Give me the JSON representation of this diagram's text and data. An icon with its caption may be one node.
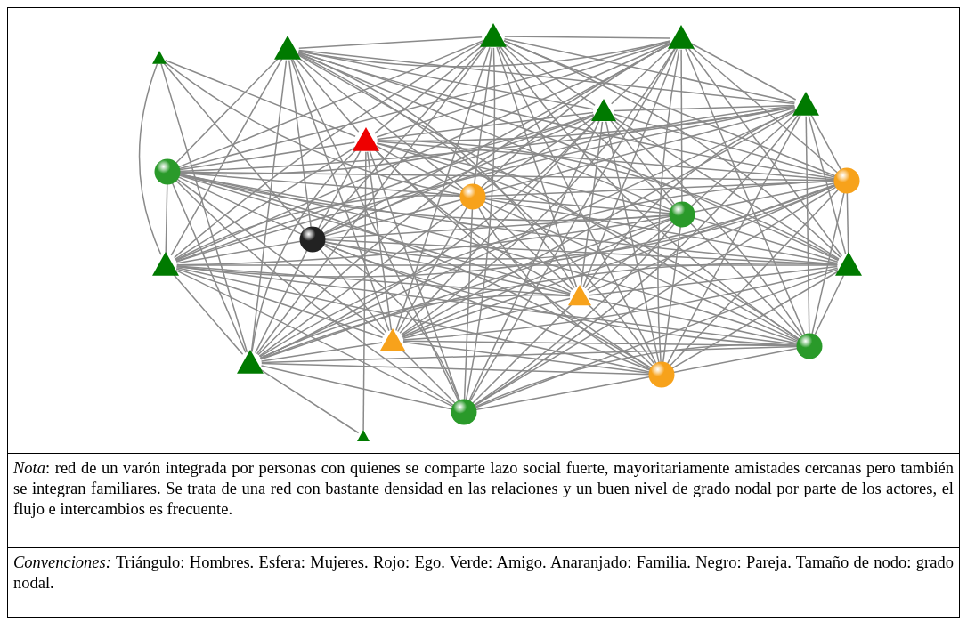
{
  "diagram": {
    "nodes": [
      {
        "text": [],
        "shape": "triangle"
      },
      {
        "text": [],
        "shape": "triangle"
      },
      {
        "text": [],
        "shape": "triangle"
      },
      {
        "text": [],
        "shape": "triangle"
      },
      {
        "text": [],
        "shape": "triangle"
      },
      {
        "text": [],
        "shape": "triangle"
      },
      {
        "text": [],
        "shape": "triangle"
      },
      {
        "text": [],
        "shape": "circle"
      },
      {
        "text": [],
        "shape": "circle"
      },
      {
        "text": [],
        "shape": "circle"
      },
      {
        "text": [],
        "shape": "circle"
      },
      {
        "text": [],
        "shape": "circle"
      },
      {
        "text": [],
        "shape": "triangle"
      },
      {
        "text": [],
        "shape": "triangle"
      },
      {
        "text": [],
        "shape": "triangle"
      },
      {
        "text": [],
        "shape": "triangle"
      },
      {
        "text": [],
        "shape": "triangle"
      },
      {
        "text": [],
        "shape": "circle"
      },
      {
        "text": [],
        "shape": "circle"
      },
      {
        "text": [],
        "shape": "circle"
      },
      {
        "text": [],
        "shape": "triangle"
      }
    ],
    "edges": [
      {
        "from": 0,
        "to": 6,
        "arrow": "none"
      },
      {
        "from": 0,
        "to": 8,
        "arrow": "none"
      },
      {
        "from": 0,
        "to": 11,
        "arrow": "none"
      },
      {
        "from": 0,
        "to": 12,
        "arrow": "none"
      },
      {
        "from": 0,
        "to": 16,
        "arrow": "none"
      },
      {
        "from": 20,
        "to": 16,
        "arrow": "none"
      },
      {
        "from": 20,
        "to": 6,
        "arrow": "none"
      },
      {
        "from": 1,
        "to": 2,
        "arrow": "none"
      },
      {
        "from": 1,
        "to": 3,
        "arrow": "none"
      },
      {
        "from": 1,
        "to": 4,
        "arrow": "none"
      },
      {
        "from": 1,
        "to": 5,
        "arrow": "none"
      },
      {
        "from": 1,
        "to": 6,
        "arrow": "none"
      },
      {
        "from": 1,
        "to": 7,
        "arrow": "none"
      },
      {
        "from": 1,
        "to": 8,
        "arrow": "none"
      },
      {
        "from": 1,
        "to": 9,
        "arrow": "none"
      },
      {
        "from": 1,
        "to": 10,
        "arrow": "none"
      },
      {
        "from": 1,
        "to": 11,
        "arrow": "none"
      },
      {
        "from": 1,
        "to": 12,
        "arrow": "none"
      },
      {
        "from": 1,
        "to": 13,
        "arrow": "none"
      },
      {
        "from": 1,
        "to": 14,
        "arrow": "none"
      },
      {
        "from": 1,
        "to": 15,
        "arrow": "none"
      },
      {
        "from": 1,
        "to": 16,
        "arrow": "none"
      },
      {
        "from": 1,
        "to": 17,
        "arrow": "none"
      },
      {
        "from": 1,
        "to": 18,
        "arrow": "none"
      },
      {
        "from": 1,
        "to": 19,
        "arrow": "none"
      },
      {
        "from": 2,
        "to": 3,
        "arrow": "none"
      },
      {
        "from": 2,
        "to": 4,
        "arrow": "none"
      },
      {
        "from": 2,
        "to": 5,
        "arrow": "none"
      },
      {
        "from": 2,
        "to": 6,
        "arrow": "none"
      },
      {
        "from": 2,
        "to": 7,
        "arrow": "none"
      },
      {
        "from": 2,
        "to": 8,
        "arrow": "none"
      },
      {
        "from": 2,
        "to": 9,
        "arrow": "none"
      },
      {
        "from": 2,
        "to": 10,
        "arrow": "none"
      },
      {
        "from": 2,
        "to": 11,
        "arrow": "none"
      },
      {
        "from": 2,
        "to": 12,
        "arrow": "none"
      },
      {
        "from": 2,
        "to": 13,
        "arrow": "none"
      },
      {
        "from": 2,
        "to": 14,
        "arrow": "none"
      },
      {
        "from": 2,
        "to": 15,
        "arrow": "none"
      },
      {
        "from": 2,
        "to": 16,
        "arrow": "none"
      },
      {
        "from": 2,
        "to": 17,
        "arrow": "none"
      },
      {
        "from": 2,
        "to": 18,
        "arrow": "none"
      },
      {
        "from": 2,
        "to": 19,
        "arrow": "none"
      },
      {
        "from": 3,
        "to": 4,
        "arrow": "none"
      },
      {
        "from": 3,
        "to": 5,
        "arrow": "none"
      },
      {
        "from": 3,
        "to": 6,
        "arrow": "none"
      },
      {
        "from": 3,
        "to": 7,
        "arrow": "none"
      },
      {
        "from": 3,
        "to": 8,
        "arrow": "none"
      },
      {
        "from": 3,
        "to": 9,
        "arrow": "none"
      },
      {
        "from": 3,
        "to": 10,
        "arrow": "none"
      },
      {
        "from": 3,
        "to": 11,
        "arrow": "none"
      },
      {
        "from": 3,
        "to": 12,
        "arrow": "none"
      },
      {
        "from": 3,
        "to": 13,
        "arrow": "none"
      },
      {
        "from": 3,
        "to": 14,
        "arrow": "none"
      },
      {
        "from": 3,
        "to": 15,
        "arrow": "none"
      },
      {
        "from": 3,
        "to": 16,
        "arrow": "none"
      },
      {
        "from": 3,
        "to": 17,
        "arrow": "none"
      },
      {
        "from": 3,
        "to": 18,
        "arrow": "none"
      },
      {
        "from": 3,
        "to": 19,
        "arrow": "none"
      },
      {
        "from": 4,
        "to": 5,
        "arrow": "none"
      },
      {
        "from": 4,
        "to": 6,
        "arrow": "none"
      },
      {
        "from": 4,
        "to": 7,
        "arrow": "none"
      },
      {
        "from": 4,
        "to": 8,
        "arrow": "none"
      },
      {
        "from": 4,
        "to": 9,
        "arrow": "none"
      },
      {
        "from": 4,
        "to": 10,
        "arrow": "none"
      },
      {
        "from": 4,
        "to": 11,
        "arrow": "none"
      },
      {
        "from": 4,
        "to": 12,
        "arrow": "none"
      },
      {
        "from": 4,
        "to": 13,
        "arrow": "none"
      },
      {
        "from": 4,
        "to": 14,
        "arrow": "none"
      },
      {
        "from": 4,
        "to": 15,
        "arrow": "none"
      },
      {
        "from": 4,
        "to": 16,
        "arrow": "none"
      },
      {
        "from": 4,
        "to": 17,
        "arrow": "none"
      },
      {
        "from": 4,
        "to": 18,
        "arrow": "none"
      },
      {
        "from": 4,
        "to": 19,
        "arrow": "none"
      },
      {
        "from": 5,
        "to": 6,
        "arrow": "none"
      },
      {
        "from": 5,
        "to": 7,
        "arrow": "none"
      },
      {
        "from": 5,
        "to": 8,
        "arrow": "none"
      },
      {
        "from": 5,
        "to": 9,
        "arrow": "none"
      },
      {
        "from": 5,
        "to": 10,
        "arrow": "none"
      },
      {
        "from": 5,
        "to": 11,
        "arrow": "none"
      },
      {
        "from": 5,
        "to": 12,
        "arrow": "none"
      },
      {
        "from": 5,
        "to": 13,
        "arrow": "none"
      },
      {
        "from": 5,
        "to": 14,
        "arrow": "none"
      },
      {
        "from": 5,
        "to": 15,
        "arrow": "none"
      },
      {
        "from": 5,
        "to": 16,
        "arrow": "none"
      },
      {
        "from": 5,
        "to": 17,
        "arrow": "none"
      },
      {
        "from": 5,
        "to": 18,
        "arrow": "none"
      },
      {
        "from": 5,
        "to": 19,
        "arrow": "none"
      },
      {
        "from": 6,
        "to": 7,
        "arrow": "none"
      },
      {
        "from": 6,
        "to": 8,
        "arrow": "none"
      },
      {
        "from": 6,
        "to": 9,
        "arrow": "none"
      },
      {
        "from": 6,
        "to": 10,
        "arrow": "none"
      },
      {
        "from": 6,
        "to": 11,
        "arrow": "none"
      },
      {
        "from": 6,
        "to": 12,
        "arrow": "none"
      },
      {
        "from": 6,
        "to": 13,
        "arrow": "none"
      },
      {
        "from": 6,
        "to": 14,
        "arrow": "none"
      },
      {
        "from": 6,
        "to": 15,
        "arrow": "none"
      },
      {
        "from": 6,
        "to": 16,
        "arrow": "none"
      },
      {
        "from": 6,
        "to": 17,
        "arrow": "none"
      },
      {
        "from": 6,
        "to": 18,
        "arrow": "none"
      },
      {
        "from": 6,
        "to": 19,
        "arrow": "none"
      },
      {
        "from": 7,
        "to": 8,
        "arrow": "none"
      },
      {
        "from": 7,
        "to": 9,
        "arrow": "none"
      },
      {
        "from": 7,
        "to": 10,
        "arrow": "none"
      },
      {
        "from": 7,
        "to": 11,
        "arrow": "none"
      },
      {
        "from": 7,
        "to": 12,
        "arrow": "none"
      },
      {
        "from": 7,
        "to": 13,
        "arrow": "none"
      },
      {
        "from": 7,
        "to": 14,
        "arrow": "none"
      },
      {
        "from": 7,
        "to": 15,
        "arrow": "none"
      },
      {
        "from": 7,
        "to": 16,
        "arrow": "none"
      },
      {
        "from": 7,
        "to": 17,
        "arrow": "none"
      },
      {
        "from": 7,
        "to": 18,
        "arrow": "none"
      },
      {
        "from": 7,
        "to": 19,
        "arrow": "none"
      },
      {
        "from": 8,
        "to": 9,
        "arrow": "none"
      },
      {
        "from": 8,
        "to": 10,
        "arrow": "none"
      },
      {
        "from": 8,
        "to": 11,
        "arrow": "none"
      },
      {
        "from": 8,
        "to": 12,
        "arrow": "none"
      },
      {
        "from": 8,
        "to": 13,
        "arrow": "none"
      },
      {
        "from": 8,
        "to": 14,
        "arrow": "none"
      },
      {
        "from": 8,
        "to": 15,
        "arrow": "none"
      },
      {
        "from": 8,
        "to": 16,
        "arrow": "none"
      },
      {
        "from": 8,
        "to": 17,
        "arrow": "none"
      },
      {
        "from": 8,
        "to": 18,
        "arrow": "none"
      },
      {
        "from": 8,
        "to": 19,
        "arrow": "none"
      },
      {
        "from": 9,
        "to": 10,
        "arrow": "none"
      },
      {
        "from": 9,
        "to": 11,
        "arrow": "none"
      },
      {
        "from": 9,
        "to": 12,
        "arrow": "none"
      },
      {
        "from": 9,
        "to": 13,
        "arrow": "none"
      },
      {
        "from": 9,
        "to": 14,
        "arrow": "none"
      },
      {
        "from": 9,
        "to": 15,
        "arrow": "none"
      },
      {
        "from": 9,
        "to": 16,
        "arrow": "none"
      },
      {
        "from": 9,
        "to": 17,
        "arrow": "none"
      },
      {
        "from": 9,
        "to": 18,
        "arrow": "none"
      },
      {
        "from": 9,
        "to": 19,
        "arrow": "none"
      },
      {
        "from": 10,
        "to": 11,
        "arrow": "none"
      },
      {
        "from": 10,
        "to": 12,
        "arrow": "none"
      },
      {
        "from": 10,
        "to": 13,
        "arrow": "none"
      },
      {
        "from": 10,
        "to": 14,
        "arrow": "none"
      },
      {
        "from": 10,
        "to": 15,
        "arrow": "none"
      },
      {
        "from": 10,
        "to": 16,
        "arrow": "none"
      },
      {
        "from": 10,
        "to": 17,
        "arrow": "none"
      },
      {
        "from": 10,
        "to": 18,
        "arrow": "none"
      },
      {
        "from": 10,
        "to": 19,
        "arrow": "none"
      },
      {
        "from": 11,
        "to": 12,
        "arrow": "none"
      },
      {
        "from": 11,
        "to": 13,
        "arrow": "none"
      },
      {
        "from": 11,
        "to": 14,
        "arrow": "none"
      },
      {
        "from": 11,
        "to": 15,
        "arrow": "none"
      },
      {
        "from": 11,
        "to": 16,
        "arrow": "none"
      },
      {
        "from": 11,
        "to": 17,
        "arrow": "none"
      },
      {
        "from": 11,
        "to": 18,
        "arrow": "none"
      },
      {
        "from": 11,
        "to": 19,
        "arrow": "none"
      },
      {
        "from": 12,
        "to": 13,
        "arrow": "none"
      },
      {
        "from": 12,
        "to": 14,
        "arrow": "none"
      },
      {
        "from": 12,
        "to": 15,
        "arrow": "none"
      },
      {
        "from": 12,
        "to": 16,
        "arrow": "none"
      },
      {
        "from": 12,
        "to": 17,
        "arrow": "none"
      },
      {
        "from": 12,
        "to": 18,
        "arrow": "none"
      },
      {
        "from": 12,
        "to": 19,
        "arrow": "none"
      },
      {
        "from": 13,
        "to": 14,
        "arrow": "none"
      },
      {
        "from": 13,
        "to": 15,
        "arrow": "none"
      },
      {
        "from": 13,
        "to": 16,
        "arrow": "none"
      },
      {
        "from": 13,
        "to": 17,
        "arrow": "none"
      },
      {
        "from": 13,
        "to": 18,
        "arrow": "none"
      },
      {
        "from": 13,
        "to": 19,
        "arrow": "none"
      },
      {
        "from": 14,
        "to": 15,
        "arrow": "none"
      },
      {
        "from": 14,
        "to": 16,
        "arrow": "none"
      },
      {
        "from": 14,
        "to": 17,
        "arrow": "none"
      },
      {
        "from": 14,
        "to": 18,
        "arrow": "none"
      },
      {
        "from": 14,
        "to": 19,
        "arrow": "none"
      },
      {
        "from": 15,
        "to": 16,
        "arrow": "none"
      },
      {
        "from": 15,
        "to": 17,
        "arrow": "none"
      },
      {
        "from": 15,
        "to": 18,
        "arrow": "none"
      },
      {
        "from": 15,
        "to": 19,
        "arrow": "none"
      },
      {
        "from": 16,
        "to": 17,
        "arrow": "none"
      },
      {
        "from": 16,
        "to": 18,
        "arrow": "none"
      },
      {
        "from": 16,
        "to": 19,
        "arrow": "none"
      },
      {
        "from": 17,
        "to": 18,
        "arrow": "none"
      },
      {
        "from": 17,
        "to": 19,
        "arrow": "none"
      },
      {
        "from": 18,
        "to": 19,
        "arrow": "none"
      }
    ],
    "labels": [
      "*Nota*: red de un varón integrada por personas con quienes se comparte lazo social fuerte, mayoritariamente amistades cercanas pero también se integran familiares. Se trata de una red con bastante densidad en las relaciones y un buen nivel de grado nodal por parte de los actores, el flujo e intercambios es frecuente.",
      "*Convenciones:* Triángulo: Hombres. Esfera: Mujeres. Rojo: Ego. Verde: Amigo. Anaranjado: Familia. Negro: Pareja. Tamaño de nodo: grado nodal."
    ]
  }
}
